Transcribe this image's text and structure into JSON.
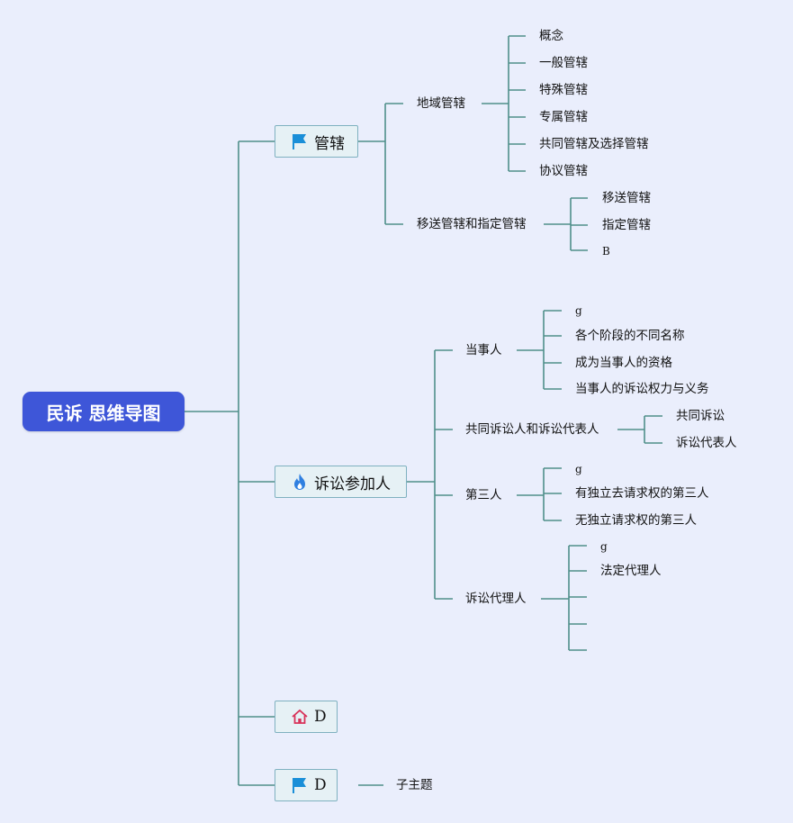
{
  "root": {
    "title": "民诉 思维导图"
  },
  "topics": {
    "jurisdiction": {
      "label": "管辖",
      "icon": "blue-flag-icon",
      "territorial": {
        "label": "地域管辖",
        "items": [
          "概念",
          "一般管辖",
          "特殊管辖",
          "专属管辖",
          "共同管辖及选择管辖",
          "协议管辖"
        ]
      },
      "transfer": {
        "label": "移送管辖和指定管辖",
        "items": [
          "移送管辖",
          "指定管辖",
          "B"
        ]
      }
    },
    "participants": {
      "label": "诉讼参加人",
      "icon": "fire-icon",
      "parties": {
        "label": "当事人",
        "items": [
          "g",
          "各个阶段的不同名称",
          "成为当事人的资格",
          "当事人的诉讼权力与义务"
        ]
      },
      "co_litigants": {
        "label": "共同诉讼人和诉讼代表人",
        "items": [
          "共同诉讼",
          "诉讼代表人"
        ]
      },
      "third_party": {
        "label": "第三人",
        "items": [
          "g",
          "有独立去请求权的第三人",
          "无独立请求权的第三人"
        ]
      },
      "agent": {
        "label": "诉讼代理人",
        "items": [
          "g",
          "法定代理人",
          "",
          "",
          ""
        ]
      }
    },
    "topic_d1": {
      "label": "D",
      "icon": "home-icon"
    },
    "topic_d2": {
      "label": "D",
      "icon": "blue-flag-icon",
      "child": "子主题"
    }
  },
  "colors": {
    "background": "#eaeefc",
    "line": "#4f8f8a",
    "root_fill": "#3e56d8",
    "main_fill": "#e6f1f5",
    "main_border": "#7fb1c0",
    "flag": "#1a8fd8",
    "fire": "#2f7fe0",
    "home": "#d8335a"
  }
}
